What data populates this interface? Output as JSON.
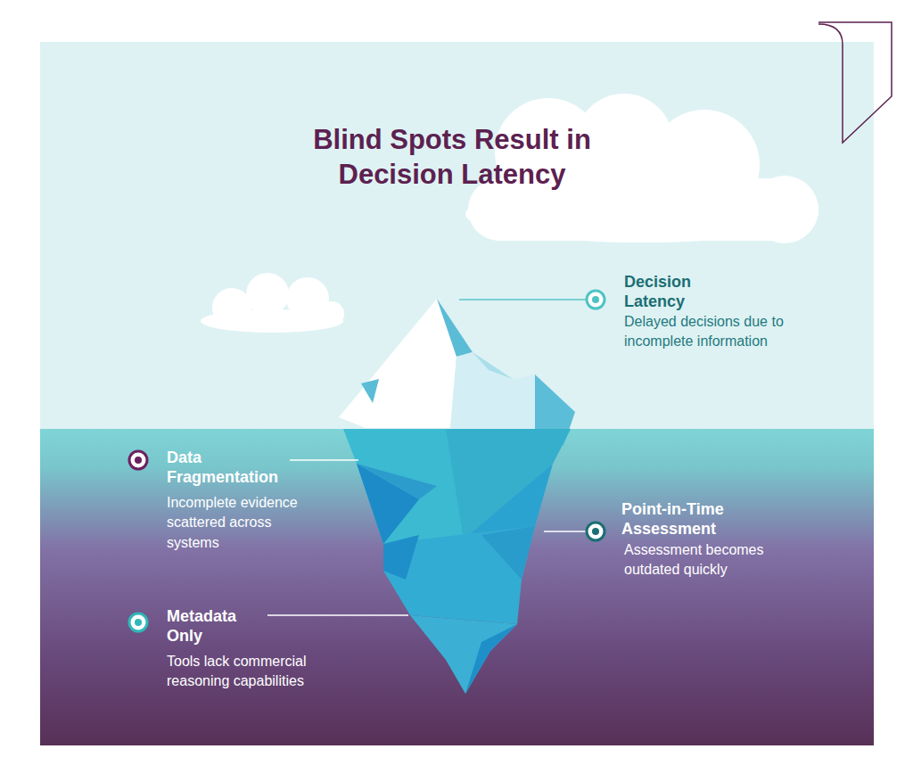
{
  "diagram": {
    "title": "Blind Spots Result in Decision Latency",
    "labels": [
      "Decision Latency",
      "Delayed decisions due to incomplete information",
      "Data Fragmentation",
      "Incomplete evidence scattered across systems",
      "Point-in-Time Assessment",
      "Assessment becomes outdated quickly",
      "Metadata Only",
      "Tools lack commercial reasoning capabilities"
    ]
  }
}
